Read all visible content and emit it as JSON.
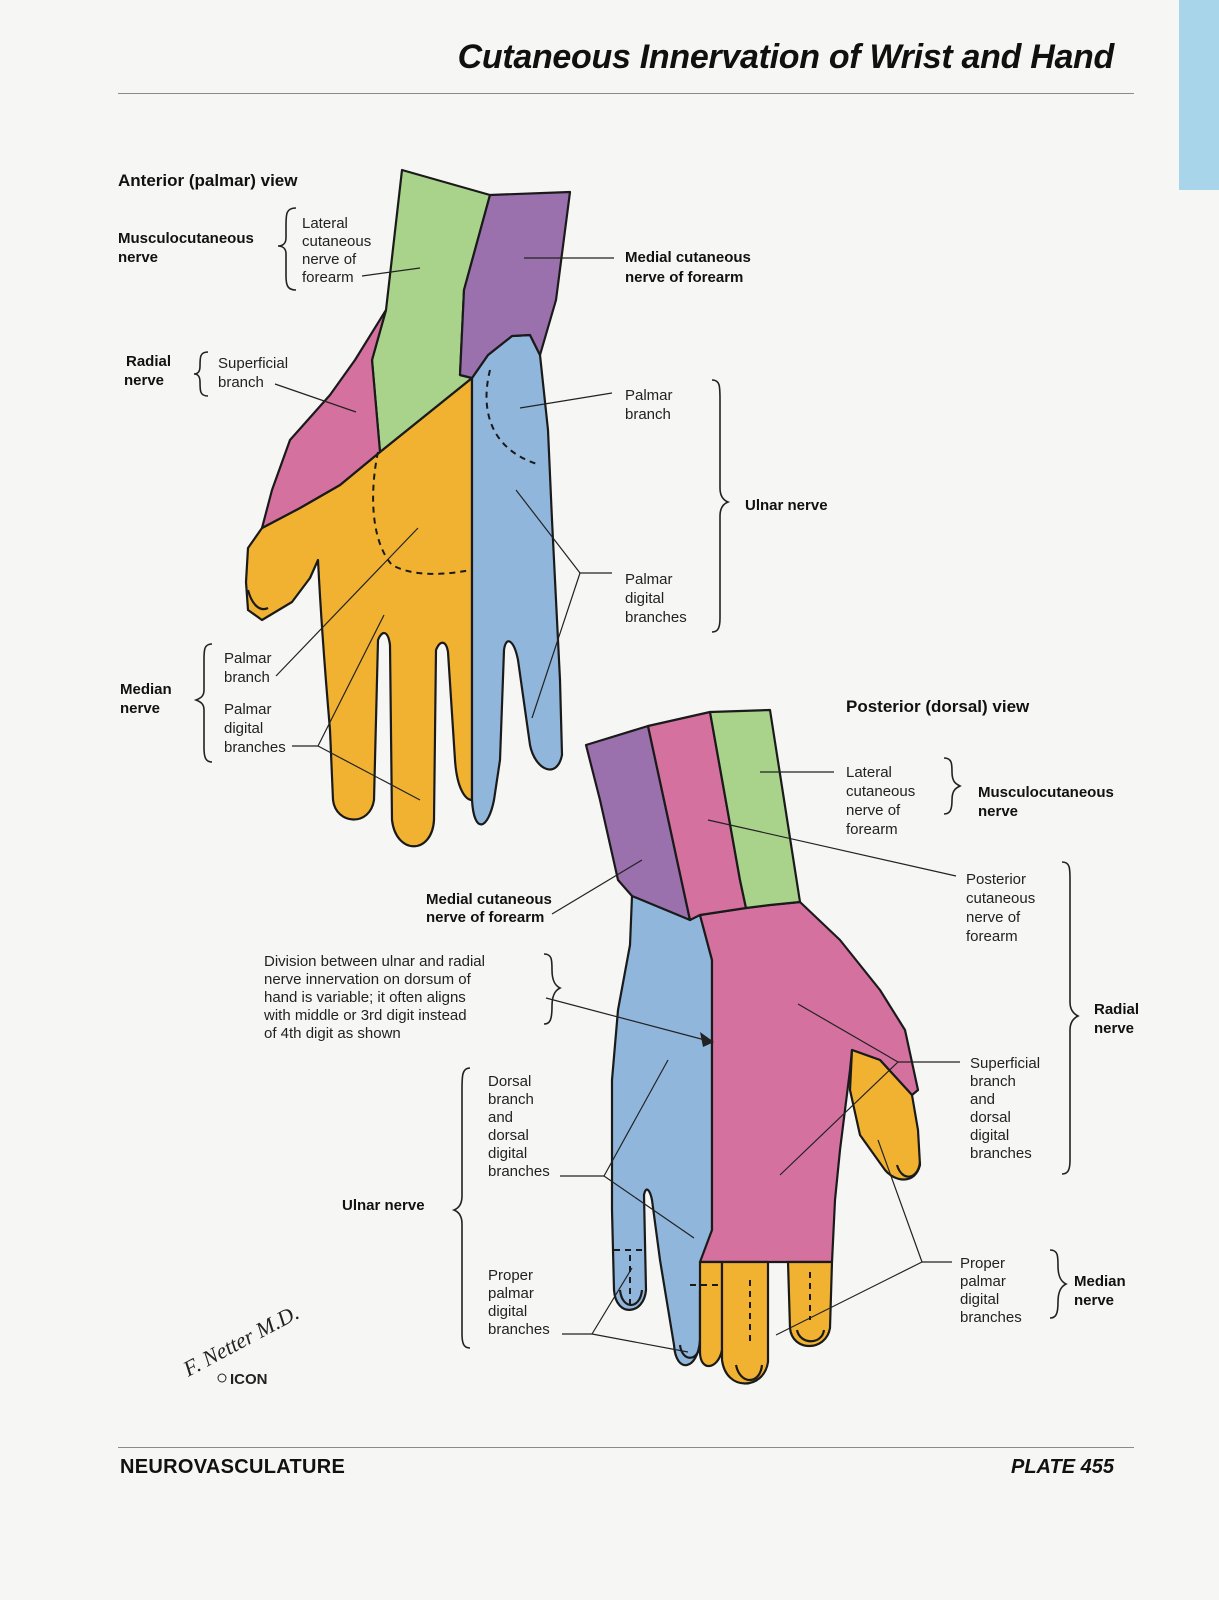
{
  "page": {
    "title": "Cutaneous Innervation of Wrist and Hand",
    "footer_left": "NEUROVASCULATURE",
    "footer_right": "PLATE 455"
  },
  "colors": {
    "musculocutaneous": "#a9d38a",
    "medial_cutaneous": "#9a70ad",
    "radial": "#d5719f",
    "median": "#f1b232",
    "ulnar": "#90b6dc",
    "edge_tab": "#a9d5ea"
  },
  "anterior": {
    "heading": "Anterior (palmar) view",
    "musculocutaneous": {
      "nerve": [
        "Musculocutaneous",
        "nerve"
      ],
      "branch": [
        "Lateral",
        "cutaneous",
        "nerve of",
        "forearm"
      ]
    },
    "radial": {
      "nerve": [
        "Radial",
        "nerve"
      ],
      "branch": [
        "Superficial",
        "branch"
      ]
    },
    "medial_cutaneous": [
      "Medial cutaneous",
      "nerve of forearm"
    ],
    "ulnar": {
      "nerve": "Ulnar nerve",
      "palmar_branch": [
        "Palmar",
        "branch"
      ],
      "digital": [
        "Palmar",
        "digital",
        "branches"
      ]
    },
    "median": {
      "nerve": [
        "Median",
        "nerve"
      ],
      "palmar_branch": [
        "Palmar",
        "branch"
      ],
      "digital": [
        "Palmar",
        "digital",
        "branches"
      ]
    }
  },
  "posterior": {
    "heading": "Posterior (dorsal) view",
    "musculocutaneous": {
      "nerve": [
        "Musculocutaneous",
        "nerve"
      ],
      "branch": [
        "Lateral",
        "cutaneous",
        "nerve of",
        "forearm"
      ]
    },
    "medial_cutaneous": [
      "Medial cutaneous",
      "nerve of forearm"
    ],
    "radial": {
      "nerve": [
        "Radial",
        "nerve"
      ],
      "posterior": [
        "Posterior",
        "cutaneous",
        "nerve of",
        "forearm"
      ],
      "superficial": [
        "Superficial",
        "branch",
        "and",
        "dorsal",
        "digital",
        "branches"
      ]
    },
    "division_note": [
      "Division between ulnar and radial",
      "nerve innervation on dorsum of",
      "hand is variable; it often aligns",
      "with middle or 3rd digit instead",
      "of 4th digit as shown"
    ],
    "ulnar": {
      "nerve": "Ulnar nerve",
      "dorsal": [
        "Dorsal",
        "branch",
        "and",
        "dorsal",
        "digital",
        "branches"
      ],
      "proper": [
        "Proper",
        "palmar",
        "digital",
        "branches"
      ]
    },
    "median": {
      "nerve": [
        "Median",
        "nerve"
      ],
      "proper": [
        "Proper",
        "palmar",
        "digital",
        "branches"
      ]
    }
  },
  "signature": {
    "name": "F. Netter M.D.",
    "logo": "ICON"
  }
}
